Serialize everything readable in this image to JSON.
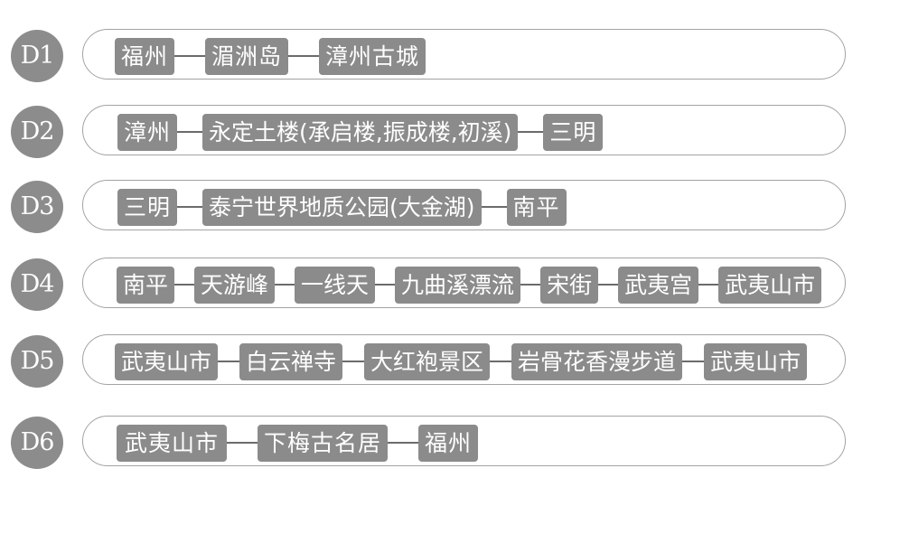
{
  "days": [
    {
      "label": "D1",
      "stops": [
        "福州",
        "湄洲岛",
        "漳州古城"
      ]
    },
    {
      "label": "D2",
      "stops": [
        "漳州",
        "永定土楼(承启楼,振成楼,初溪)",
        "三明"
      ]
    },
    {
      "label": "D3",
      "stops": [
        "三明",
        "泰宁世界地质公园(大金湖)",
        "南平"
      ]
    },
    {
      "label": "D4",
      "stops": [
        "南平",
        "天游峰",
        "一线天",
        "九曲溪漂流",
        "宋街",
        "武夷宫",
        "武夷山市"
      ]
    },
    {
      "label": "D5",
      "stops": [
        "武夷山市",
        "白云禅寺",
        "大红袍景区",
        "岩骨花香漫步道",
        "武夷山市"
      ]
    },
    {
      "label": "D6",
      "stops": [
        "武夷山市",
        "下梅古名居",
        "福州"
      ]
    }
  ],
  "colors": {
    "badge": "#8c8c8c",
    "stop": "#8b8b8b",
    "track_border": "#a3a3a3",
    "text": "#ffffff"
  }
}
